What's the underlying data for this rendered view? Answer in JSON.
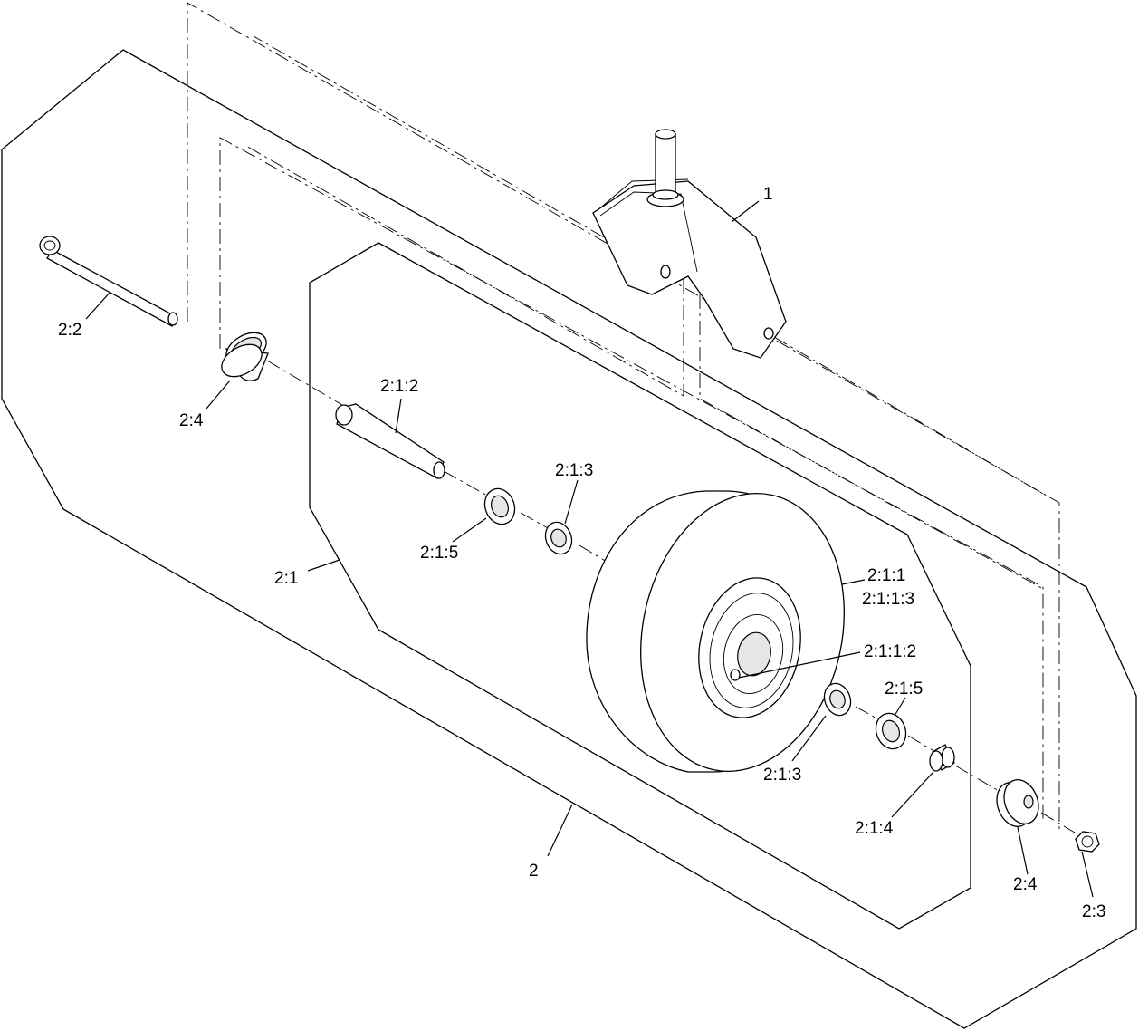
{
  "colors": {
    "line": "#000000",
    "background": "#ffffff"
  },
  "callouts": [
    {
      "id": "c1",
      "text": "1"
    },
    {
      "id": "c2",
      "text": "2"
    },
    {
      "id": "c2_1",
      "text": "2:1"
    },
    {
      "id": "c2_2",
      "text": "2:2"
    },
    {
      "id": "c2_3",
      "text": "2:3"
    },
    {
      "id": "c2_4_left",
      "text": "2:4"
    },
    {
      "id": "c2_4_right",
      "text": "2:4"
    },
    {
      "id": "c2_1_1",
      "text": "2:1:1"
    },
    {
      "id": "c2_1_1_3",
      "text": "2:1:1:3"
    },
    {
      "id": "c2_1_1_2",
      "text": "2:1:1:2"
    },
    {
      "id": "c2_1_2",
      "text": "2:1:2"
    },
    {
      "id": "c2_1_3_top",
      "text": "2:1:3"
    },
    {
      "id": "c2_1_3_bottom",
      "text": "2:1:3"
    },
    {
      "id": "c2_1_4",
      "text": "2:1:4"
    },
    {
      "id": "c2_1_5_left",
      "text": "2:1:5"
    },
    {
      "id": "c2_1_5_right",
      "text": "2:1:5"
    }
  ]
}
